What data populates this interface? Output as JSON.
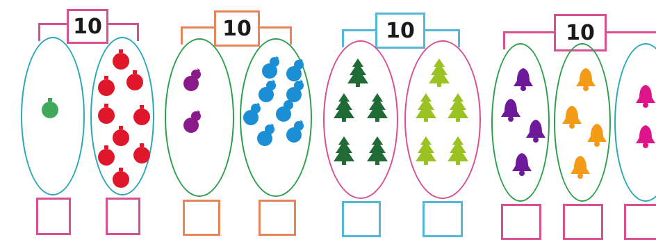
{
  "colors": {
    "pink": "#d9508f",
    "teal": "#2aa7b8",
    "orange": "#e8845a",
    "green": "#2e9e4e",
    "light_blue": "#53b9d8",
    "red_ball": "#e0162b",
    "green_ball": "#3fa85b",
    "purple": "#8a1a8a",
    "blue": "#1b8fd6",
    "dark_green": "#1f6a35",
    "lime": "#9bc223",
    "violet": "#6d1a9a",
    "amber": "#f39a16",
    "magenta": "#e0148a"
  },
  "groups": [
    {
      "number": "10",
      "box_color": "#d9508f",
      "bracket_color": "#d9508f",
      "parts": [
        {
          "ellipse_color": "#2aa7b8",
          "answer_color": "#d9508f",
          "object": "ornament-ball",
          "object_color": "#3fa85b",
          "count": 1
        },
        {
          "ellipse_color": "#2aa7b8",
          "answer_color": "#d9508f",
          "object": "ornament-ball",
          "object_color": "#e0162b",
          "count": 9
        }
      ]
    },
    {
      "number": "10",
      "box_color": "#e8845a",
      "bracket_color": "#e8845a",
      "parts": [
        {
          "ellipse_color": "#2e9e4e",
          "answer_color": "#e8845a",
          "object": "gourd",
          "object_color": "#8a1a8a",
          "count": 2
        },
        {
          "ellipse_color": "#2e9e4e",
          "answer_color": "#e8845a",
          "object": "gourd",
          "object_color": "#1b8fd6",
          "count": 8
        }
      ]
    },
    {
      "number": "10",
      "box_color": "#53b9d8",
      "bracket_color": "#53b9d8",
      "parts": [
        {
          "ellipse_color": "#d9508f",
          "answer_color": "#53b9d8",
          "object": "tree",
          "object_color": "#1f6a35",
          "count": 5
        },
        {
          "ellipse_color": "#d9508f",
          "answer_color": "#53b9d8",
          "object": "tree",
          "object_color": "#9bc223",
          "count": 5
        }
      ]
    },
    {
      "number": "10",
      "box_color": "#d9508f",
      "bracket_color": "#d9508f",
      "parts": [
        {
          "ellipse_color": "#2e9e4e",
          "answer_color": "#d9508f",
          "object": "bell",
          "object_color": "#6d1a9a",
          "count": 4
        },
        {
          "ellipse_color": "#2e9e4e",
          "answer_color": "#d9508f",
          "object": "bell",
          "object_color": "#f39a16",
          "count": 4
        },
        {
          "ellipse_color": "#2aa7b8",
          "answer_color": "#d9508f",
          "object": "bell",
          "object_color": "#e0148a",
          "count": 2
        }
      ]
    }
  ]
}
